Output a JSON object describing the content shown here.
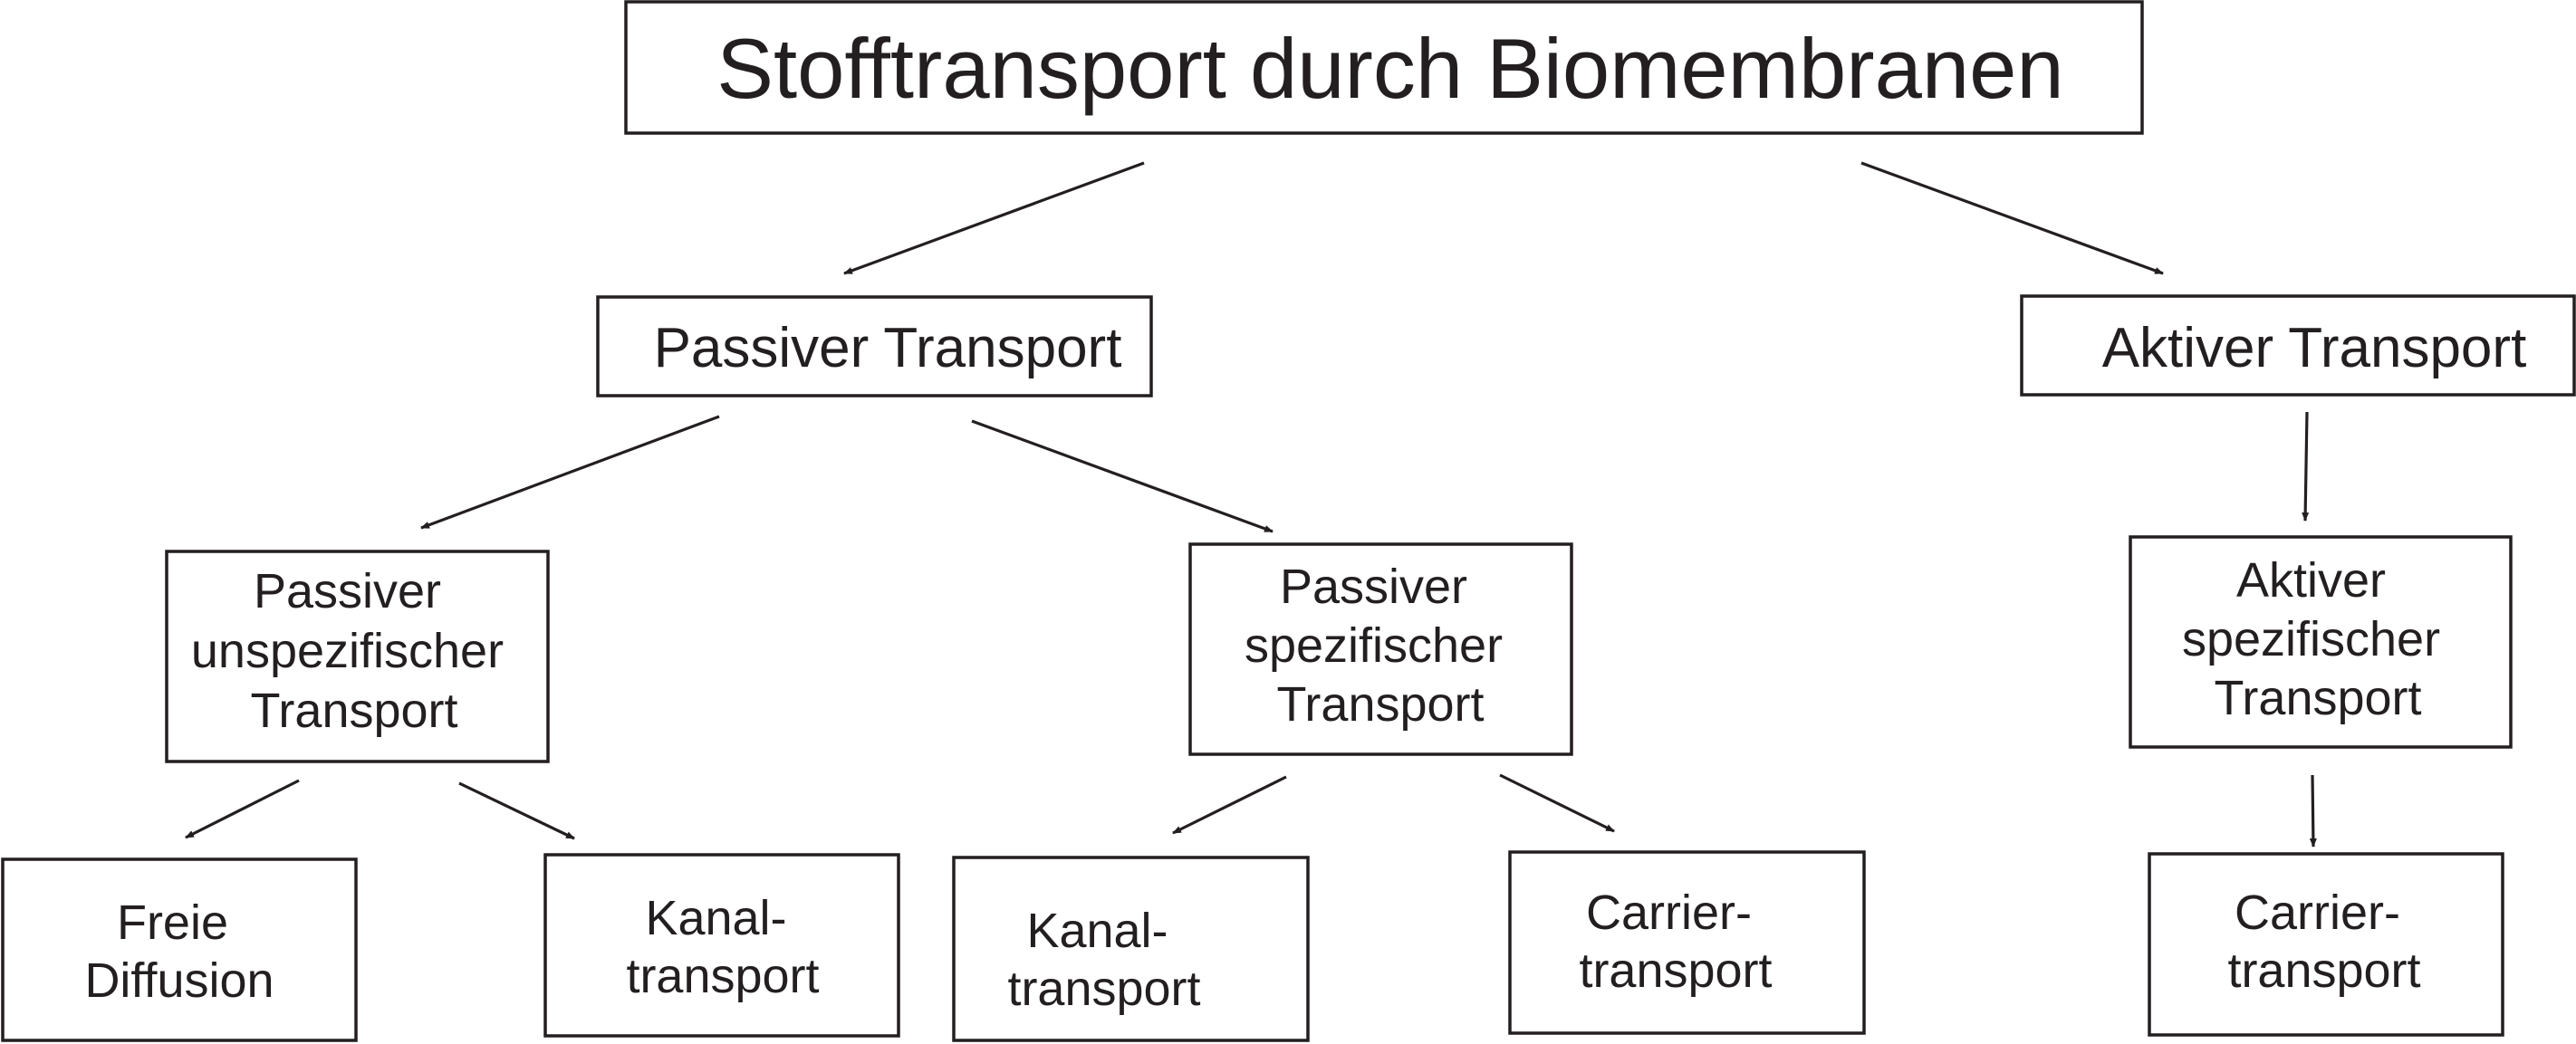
{
  "diagram": {
    "title": "Stofftransport durch Biomembranen",
    "nodes": {
      "passiv": {
        "lines": [
          "Passiver Transport"
        ]
      },
      "aktiv": {
        "lines": [
          "Aktiver Transport"
        ]
      },
      "passiv_unspez": {
        "lines": [
          "Passiver",
          "unspezifischer",
          "Transport"
        ]
      },
      "passiv_spez": {
        "lines": [
          "Passiver",
          "spezifischer",
          "Transport"
        ]
      },
      "aktiv_spez": {
        "lines": [
          "Aktiver",
          "spezifischer",
          "Transport"
        ]
      },
      "freie_diffusion": {
        "lines": [
          "Freie",
          "Diffusion"
        ]
      },
      "kanal_1": {
        "lines": [
          "Kanal-",
          "transport"
        ]
      },
      "kanal_2": {
        "lines": [
          "Kanal-",
          "transport"
        ]
      },
      "carrier_1": {
        "lines": [
          "Carrier-",
          "transport"
        ]
      },
      "carrier_2": {
        "lines": [
          "Carrier-",
          "transport"
        ]
      }
    },
    "edges": [
      {
        "from": "title",
        "to": "passiv"
      },
      {
        "from": "title",
        "to": "aktiv"
      },
      {
        "from": "passiv",
        "to": "passiv_unspez"
      },
      {
        "from": "passiv",
        "to": "passiv_spez"
      },
      {
        "from": "aktiv",
        "to": "aktiv_spez"
      },
      {
        "from": "passiv_unspez",
        "to": "freie_diffusion"
      },
      {
        "from": "passiv_unspez",
        "to": "kanal_1"
      },
      {
        "from": "passiv_spez",
        "to": "kanal_2"
      },
      {
        "from": "passiv_spez",
        "to": "carrier_1"
      },
      {
        "from": "aktiv_spez",
        "to": "carrier_2"
      }
    ],
    "colors": {
      "line": "#231f20",
      "text": "#231f20",
      "background": "#ffffff"
    }
  }
}
